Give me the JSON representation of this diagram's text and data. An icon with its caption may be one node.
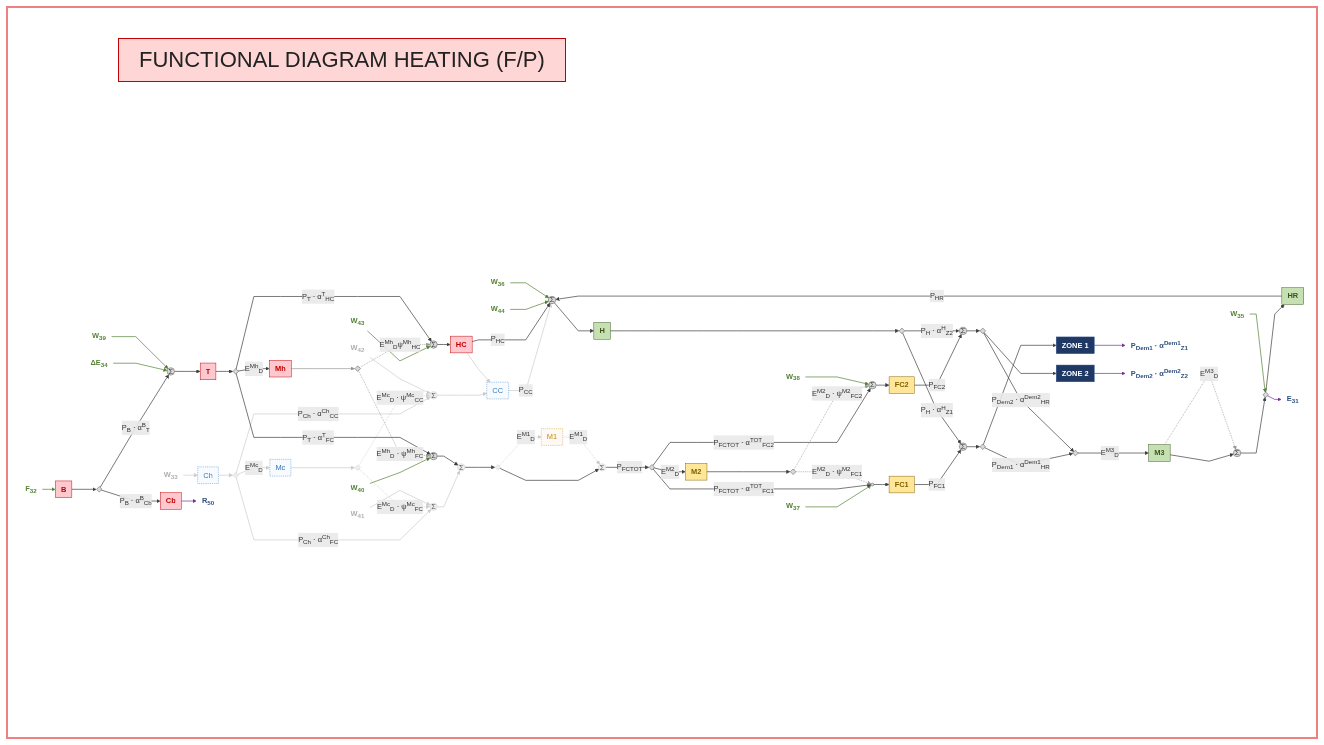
{
  "diagram": {
    "title": "FUNCTIONAL DIAGRAM HEATING (F/P)",
    "nodes": [
      {
        "text": [
          "Ch"
        ]
      },
      {
        "text": [
          "Mc"
        ]
      },
      {
        "text": [
          "CC"
        ]
      },
      {
        "text": [
          "HC"
        ]
      },
      {
        "text": [
          "HR"
        ]
      },
      {
        "text": [
          "H"
        ]
      },
      {
        "text": [
          "FC1"
        ]
      },
      {
        "text": [
          "M2"
        ]
      },
      {
        "text": [
          "FC2"
        ]
      },
      {
        "text": [
          "M3"
        ]
      },
      {
        "text": [
          "ZONE 1"
        ]
      },
      {
        "text": [
          "ZONE 2"
        ]
      },
      {
        "text": [
          "M1"
        ]
      },
      {
        "text": [
          "Mh"
        ]
      },
      {
        "text": [
          "B"
        ]
      },
      {
        "text": [
          "Cb"
        ]
      },
      {
        "text": [
          "T"
        ]
      },
      {
        "text": [
          "Σ"
        ]
      },
      {
        "text": [
          "Σ"
        ]
      },
      {
        "text": [],
        "shape": "diamond"
      },
      {
        "text": [],
        "shape": "diamond"
      },
      {
        "text": [
          "Σ"
        ]
      },
      {
        "text": [
          "Σ"
        ]
      },
      {
        "text": [
          "Σ"
        ]
      },
      {
        "text": [],
        "shape": "diamond"
      },
      {
        "text": [],
        "shape": "diamond"
      },
      {
        "text": [
          "Σ"
        ]
      },
      {
        "text": [],
        "shape": "diamond"
      },
      {
        "text": [
          "Σ"
        ]
      },
      {
        "text": [],
        "shape": "circle"
      },
      {
        "text": [],
        "shape": "diamond"
      },
      {
        "text": [],
        "shape": "diamond"
      },
      {
        "text": [
          "Σ"
        ]
      },
      {
        "text": [
          "Σ"
        ]
      },
      {
        "text": [],
        "shape": "diamond"
      },
      {
        "text": [],
        "shape": "diamond"
      },
      {
        "text": [
          "Σ"
        ]
      },
      {
        "text": [],
        "shape": "diamond"
      },
      {
        "text": [],
        "shape": "diamond"
      },
      {
        "text": [],
        "shape": "diamond"
      },
      {
        "text": [
          "Σ"
        ]
      },
      {
        "text": [],
        "shape": "diamond"
      },
      {
        "text": [
          "Σ"
        ]
      },
      {
        "text": [
          "W$_{42}$"
        ]
      },
      {
        "text": [
          "W$_{33}$"
        ]
      },
      {
        "text": [
          "W$_{41}$"
        ]
      },
      {
        "text": [
          "W$_{44}$"
        ]
      },
      {
        "text": [
          "W$_{36}$"
        ]
      },
      {
        "text": [
          "E$_{31}$"
        ]
      },
      {
        "text": [
          "W$_{35}$"
        ]
      },
      {
        "text": [
          "W$_{37}$"
        ]
      },
      {
        "text": [
          "W$_{38}$"
        ]
      },
      {
        "text": [
          "W$_{43}$"
        ]
      },
      {
        "text": [
          "W$_{40}$"
        ]
      },
      {
        "text": [
          "F$_{32}$"
        ]
      },
      {
        "text": [
          "R$_{50}$"
        ]
      },
      {
        "text": [
          "ΔE$_{34}$"
        ]
      },
      {
        "text": [
          "W$_{39}$"
        ]
      },
      {
        "text": [
          "P$_{Dem1}$ · α$^{Dem1}$$_{Z1}$"
        ]
      },
      {
        "text": [
          "P$_{Dem2}$ · α$^{Dem2}$$_{Z2}$"
        ]
      }
    ],
    "edges": [
      {
        "from": 44,
        "to": 0,
        "arrow": "to",
        "color": "#cccccc"
      },
      {
        "from": 0,
        "to": 19,
        "arrow": "to",
        "color": "#cccccc"
      },
      {
        "from": 19,
        "to": 17,
        "arrow": "to",
        "label": "P$_{Ch}$ · α$^{Ch}$$_{CC}$",
        "color": "#cccccc"
      },
      {
        "from": 19,
        "to": 1,
        "arrow": "to",
        "label": "E$^{Mc}$$_{D}$",
        "color": "#cccccc"
      },
      {
        "from": 19,
        "to": 18,
        "arrow": "to",
        "label": "P$_{Ch}$ · α$^{Ch}$$_{FC}$",
        "color": "#cccccc"
      },
      {
        "from": 1,
        "to": 20,
        "arrow": "to",
        "color": "#cccccc"
      },
      {
        "from": 20,
        "to": 17,
        "arrow": "to",
        "label": "E$^{Mc}$$_{D}$ · ψ$^{Mc}$$_{CC}$",
        "style": "dashed",
        "color": "#cccccc"
      },
      {
        "from": 20,
        "to": 18,
        "arrow": "to",
        "label": "E$^{Mc}$$_{D}$ · ψ$^{Mc}$$_{FC}$",
        "style": "dashed",
        "color": "#cccccc"
      },
      {
        "from": 43,
        "to": 17,
        "arrow": "to",
        "color": "#cccccc"
      },
      {
        "from": 45,
        "to": 18,
        "arrow": "to",
        "color": "#cccccc"
      },
      {
        "from": 17,
        "to": 2,
        "arrow": "to",
        "color": "#cccccc"
      },
      {
        "from": 3,
        "to": 2,
        "arrow": "to",
        "color": "#cccccc"
      },
      {
        "from": 2,
        "to": 26,
        "arrow": "to",
        "label": "P$_{CC}$",
        "color": "#cccccc"
      },
      {
        "from": 18,
        "to": 21,
        "arrow": "to",
        "color": "#cccccc"
      },
      {
        "from": 3,
        "to": 26,
        "arrow": "to",
        "label": "P$_{HC}$"
      },
      {
        "from": 4,
        "to": 26,
        "arrow": "to",
        "label": "P$_{HR}$"
      },
      {
        "from": 46,
        "to": 26,
        "arrow": "to",
        "color": "#548235"
      },
      {
        "from": 47,
        "to": 26,
        "arrow": "to",
        "color": "#548235"
      },
      {
        "from": 26,
        "to": 5,
        "arrow": "to"
      },
      {
        "from": 28,
        "to": 27,
        "arrow": "to"
      },
      {
        "from": 27,
        "to": 4,
        "arrow": "to"
      },
      {
        "from": 27,
        "to": 48,
        "arrow": "to",
        "color": "#7030a0"
      },
      {
        "from": 49,
        "to": 27,
        "arrow": "to",
        "color": "#548235"
      },
      {
        "from": 9,
        "to": 28,
        "arrow": "to"
      },
      {
        "from": 9,
        "to": 28,
        "arrow": "to",
        "label": "E$^{M3}$$_{D}$",
        "style": "dashed",
        "color": "#999999"
      },
      {
        "from": 50,
        "to": 29,
        "arrow": "to",
        "color": "#548235"
      },
      {
        "from": 30,
        "to": 29,
        "arrow": "to",
        "label": "P$_{FC}$$_{TOT}$ · α$^{TOT}$$_{FC1}$"
      },
      {
        "from": 31,
        "to": 29,
        "arrow": "to",
        "label": "E$^{M2}$$_{D}$ · ψ$^{M2}$$_{FC1}$",
        "style": "dashed",
        "color": "#999999"
      },
      {
        "from": 29,
        "to": 6,
        "arrow": "to"
      },
      {
        "from": 6,
        "to": 33,
        "arrow": "to",
        "label": "P$_{FC1}$"
      },
      {
        "from": 5,
        "to": 34,
        "arrow": "to"
      },
      {
        "from": 34,
        "to": 33,
        "arrow": "to",
        "label": "P$_{H}$ · α$^{H}$$_{Z1}$"
      },
      {
        "from": 33,
        "to": 35,
        "arrow": "to"
      },
      {
        "from": 35,
        "to": 10,
        "arrow": "to"
      },
      {
        "from": 10,
        "to": 58,
        "arrow": "to",
        "color": "#7030a0"
      },
      {
        "from": 35,
        "to": 37,
        "arrow": "to",
        "label": "P$_{Dem1}$ · α$^{Dem1}$$_{HR}$"
      },
      {
        "from": 37,
        "to": 9,
        "arrow": "to",
        "label": "E$^{M3}$$_{D}$"
      },
      {
        "from": 30,
        "to": 7,
        "arrow": "to",
        "label": "E$^{M2}$$_{D}$"
      },
      {
        "from": 7,
        "to": 31,
        "arrow": "to"
      },
      {
        "from": 30,
        "to": 32,
        "arrow": "to",
        "label": "P$_{FC}$$_{TOT}$ · α$^{TOT}$$_{FC2}$"
      },
      {
        "from": 31,
        "to": 32,
        "arrow": "to",
        "label": "E$^{M2}$$_{D}$ · ψ$^{M2}$$_{FC2}$",
        "style": "dashed",
        "color": "#999999"
      },
      {
        "from": 51,
        "to": 32,
        "arrow": "to",
        "color": "#548235"
      },
      {
        "from": 32,
        "to": 8,
        "arrow": "to"
      },
      {
        "from": 8,
        "to": 36,
        "arrow": "to",
        "label": "P$_{FC2}$"
      },
      {
        "from": 34,
        "to": 36,
        "arrow": "to",
        "label": "P$_{H}$ · α$^{H}$$_{Z2}$"
      },
      {
        "from": 36,
        "to": 38,
        "arrow": "to"
      },
      {
        "from": 38,
        "to": 11,
        "arrow": "to"
      },
      {
        "from": 38,
        "to": 37,
        "arrow": "to",
        "label": "P$_{Dem2}$ · α$^{Dem2}$$_{HR}$"
      },
      {
        "from": 11,
        "to": 59,
        "arrow": "to",
        "color": "#7030a0"
      },
      {
        "from": 42,
        "to": 30,
        "arrow": "to",
        "label": "P$_{FC}$$_{TOT}$"
      },
      {
        "from": 21,
        "to": 41,
        "arrow": "to"
      },
      {
        "from": 41,
        "to": 42,
        "arrow": "to"
      },
      {
        "from": 41,
        "to": 12,
        "arrow": "to",
        "label": "E$^{M1}$$_{D}$",
        "style": "dashed",
        "color": "#cccccc"
      },
      {
        "from": 12,
        "to": 42,
        "arrow": "to",
        "label": "E$^{M1}$$_{D}$",
        "style": "dashed",
        "color": "#cccccc"
      },
      {
        "from": 23,
        "to": 21,
        "arrow": "to"
      },
      {
        "from": 22,
        "to": 3,
        "arrow": "to"
      },
      {
        "from": 52,
        "to": 22,
        "arrow": "to",
        "color": "#548235"
      },
      {
        "from": 53,
        "to": 23,
        "arrow": "to",
        "color": "#548235"
      },
      {
        "from": 24,
        "to": 22,
        "arrow": "to",
        "label": "E$^{Mh}$$_{D}$ψ$^{Mh}$$_{HC}$",
        "style": "dashed",
        "color": "#999999"
      },
      {
        "from": 24,
        "to": 23,
        "arrow": "to",
        "label": "E$^{Mh}$$_{D}$ · ψ$^{Mh}$$_{FC}$",
        "style": "dashed",
        "color": "#999999"
      },
      {
        "from": 13,
        "to": 24,
        "arrow": "to",
        "color": "#999999"
      },
      {
        "from": 25,
        "to": 13,
        "arrow": "to",
        "label": "E$^{Mh}$$_{D}$"
      },
      {
        "from": 25,
        "to": 22,
        "arrow": "to",
        "label": "P$_{T}$ · α$^{T}$$_{HC}$"
      },
      {
        "from": 25,
        "to": 23,
        "arrow": "to",
        "label": "P$_{T}$ · α$^{T}$$_{FC}$"
      },
      {
        "from": 16,
        "to": 25,
        "arrow": "to"
      },
      {
        "from": 14,
        "to": 39,
        "arrow": "to"
      },
      {
        "from": 39,
        "to": 15,
        "arrow": "to",
        "label": "P$_{B}$ · α$^{B}$$_{Cb}$"
      },
      {
        "from": 39,
        "to": 40,
        "arrow": "to",
        "label": "P$_{B}$ · α$^{B}$$_{T}$"
      },
      {
        "from": 40,
        "to": 16,
        "arrow": "to"
      },
      {
        "from": 56,
        "to": 40,
        "arrow": "to",
        "color": "#548235"
      },
      {
        "from": 57,
        "to": 40,
        "arrow": "to",
        "color": "#548235"
      },
      {
        "from": 54,
        "to": 14,
        "arrow": "to",
        "color": "#548235"
      },
      {
        "from": 15,
        "to": 55,
        "arrow": "to",
        "color": "#7030a0"
      }
    ]
  }
}
